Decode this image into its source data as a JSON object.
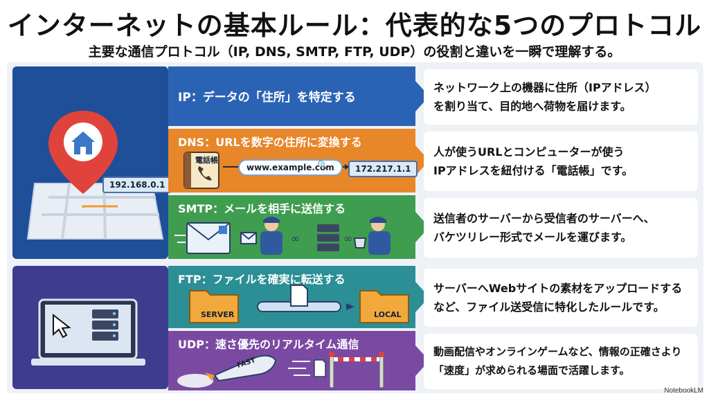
{
  "title": "インターネットの基本ルール：代表的な5つのプロトコル",
  "subtitle": "主要な通信プロトコル（IP, DNS, SMTP, FTP, UDP）の役割と違いを一瞬で理解する。",
  "protocols": [
    {
      "heading": "IP：データの「住所」を特定する",
      "desc_line1": "ネットワーク上の機器に住所（IPアドレス）",
      "desc_line2": "を割り当て、目的地へ荷物を届けます。",
      "color": "#2b63b4"
    },
    {
      "heading": "DNS：URLを数字の住所に変換する",
      "desc_line1": "人が使うURLとコンピューターが使う",
      "desc_line2": "IPアドレスを紐付ける「電話帳」です。",
      "color": "#e8862a"
    },
    {
      "heading": "SMTP：メールを相手に送信する",
      "desc_line1": "送信者のサーバーから受信者のサーバーへ、",
      "desc_line2": "バケツリレー形式でメールを運びます。",
      "color": "#3f9d4f"
    },
    {
      "heading": "FTP：ファイルを確実に転送する",
      "desc_line1": "サーバーへWebサイトの素材をアップロードする",
      "desc_line2": "など、ファイル送受信に特化したルールです。",
      "color": "#2b8f95"
    },
    {
      "heading": "UDP：速さ優先のリアルタイム通信",
      "desc_line1": "動画配信やオンラインゲームなど、情報の正確さより",
      "desc_line2": "「速度」が求められる場面で活躍します。",
      "color": "#7a4aa3"
    }
  ],
  "illustrations": {
    "map_ip_label": "192.168.0.1",
    "phonebook_label": "電話帳",
    "url_example": "www.example.com",
    "resolved_ip": "172.217.1.1",
    "ftp_server_label": "SERVER",
    "ftp_local_label": "LOCAL",
    "rocket_label": "FAST"
  },
  "brand": "NotebookLM"
}
